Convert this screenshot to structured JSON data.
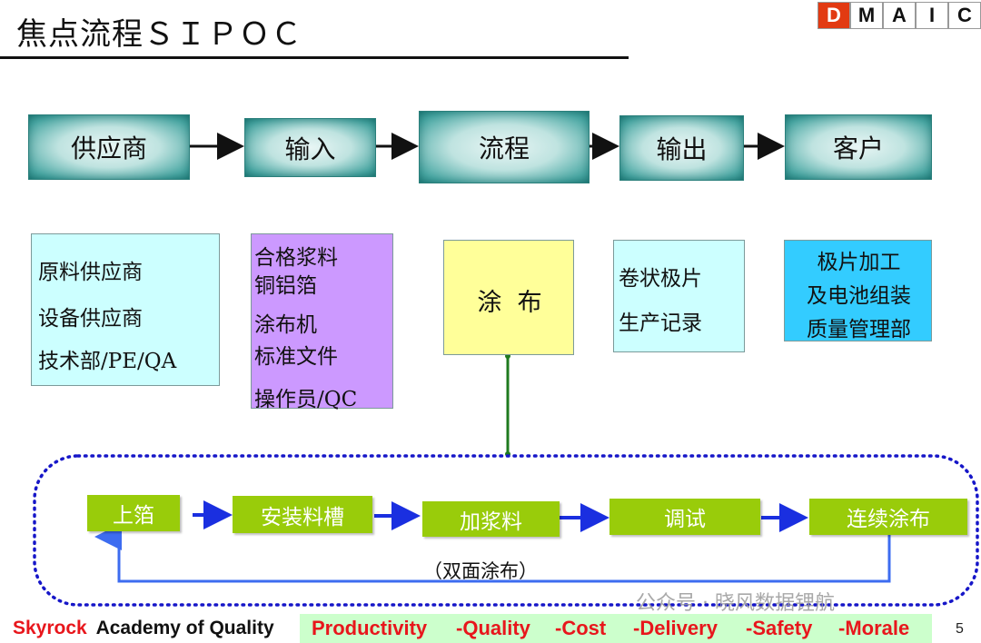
{
  "slide": {
    "title": "焦点流程ＳＩＰＯＣ",
    "dmaic": [
      "D",
      "M",
      "A",
      "I",
      "C"
    ],
    "page_number": "5"
  },
  "sipoc_headers": [
    "供应商",
    "输入",
    "流程",
    "输出",
    "客户"
  ],
  "suppliers": [
    "原料供应商",
    "设备供应商",
    "技术部/PE/QA"
  ],
  "inputs": [
    "合格浆料",
    "铜铝箔",
    "涂布机",
    "标准文件",
    "操作员/QC"
  ],
  "process": "涂  布",
  "outputs": [
    "卷状极片",
    "生产记录"
  ],
  "customers": [
    "极片加工",
    "及电池组装",
    "质量管理部"
  ],
  "steps": [
    "上箔",
    "安装料槽",
    "加浆料",
    "调试",
    "连续涂布"
  ],
  "loop_note": "（双面涂布）",
  "footer": {
    "brand_red": "Skyrock",
    "brand_black": "Academy of Quality",
    "metrics": [
      "Productivity",
      "-Quality",
      "-Cost",
      "-Delivery",
      "-Safety",
      "-Morale"
    ]
  },
  "watermark": "公众号 · 晓风数据锂航",
  "colors": {
    "dmaic_active": "#e23a12",
    "teal_header": "#2d8c88",
    "supplier_box": "#ccffff",
    "input_box": "#cc99ff",
    "process_box": "#ffff99",
    "customer_box": "#33ccff",
    "step_green": "#99cc0a",
    "footer_band": "#ccffcc",
    "footer_text": "#e8161c"
  }
}
